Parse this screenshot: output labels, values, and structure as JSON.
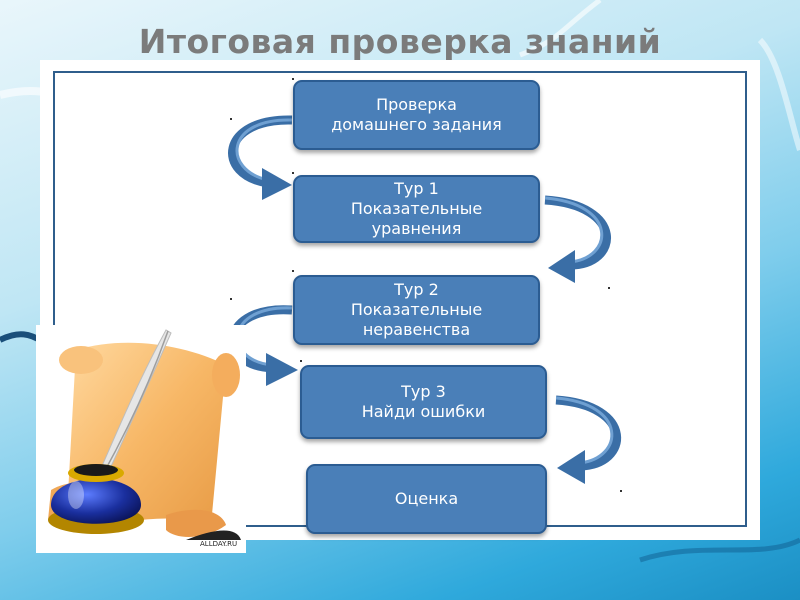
{
  "title": "Итоговая проверка знаний",
  "steps": [
    {
      "lines": [
        "Проверка",
        "домашнего задания"
      ]
    },
    {
      "lines": [
        "Тур 1",
        "Показательные",
        "уравнения"
      ]
    },
    {
      "lines": [
        "Тур 2",
        "Показательные",
        "неравенства"
      ]
    },
    {
      "lines": [
        "Тур 3",
        "Найди ошибки"
      ]
    },
    {
      "lines": [
        "Оценка"
      ]
    }
  ],
  "clipart": {
    "watermark": "ALLDAY.RU"
  },
  "colors": {
    "box_fill": "#4a7fb8",
    "box_border": "#2b5c92",
    "frame": "#2f5e8c",
    "title": "#7b7b7b"
  }
}
